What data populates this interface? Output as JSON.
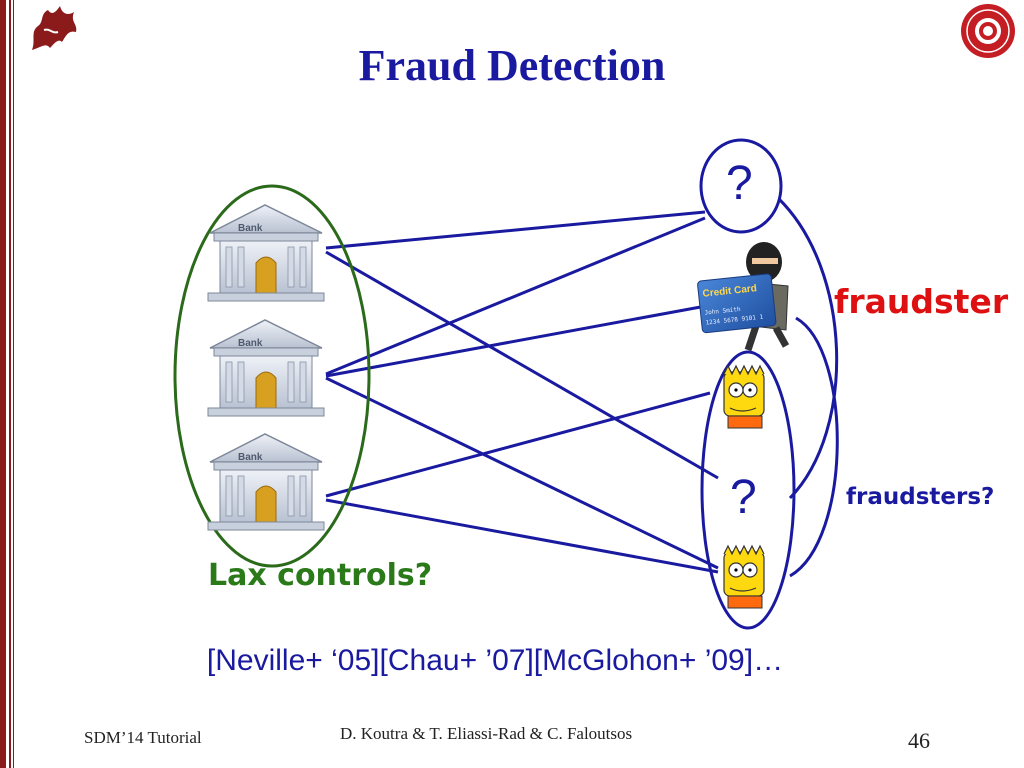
{
  "slide": {
    "title": "Fraud Detection",
    "question_top": "?",
    "question_bottom": "?",
    "fraudster_label": "fraudster",
    "fraudsters_label": "fraudsters?",
    "lax_controls_label": "Lax controls?",
    "citations": "[Neville+ ‘05][Chau+ ’07][McGlohon+ ’09]…",
    "bank_sign": "Bank",
    "credit_card_text": "Credit Card",
    "card_holder": "John Smith",
    "card_number": "1234 5678 9101 1"
  },
  "footer": {
    "tutorial": "SDM’14 Tutorial",
    "authors": "D. Koutra & T. Eliassi-Rad & C. Faloutsos",
    "page_number": "46"
  },
  "colors": {
    "title": "#1a1aa0",
    "edges": "#1a1aa0",
    "bank_group_ellipse": "#2a6a1a",
    "fraudster": "#dd1111",
    "lax_controls": "#2a7a1a",
    "left_rule": "#8b1a1a"
  },
  "icons": [
    "dragon-logo-icon",
    "university-seal-icon",
    "bank-icon",
    "fraudster-thief-icon",
    "credit-card-icon",
    "bart-character-icon"
  ]
}
